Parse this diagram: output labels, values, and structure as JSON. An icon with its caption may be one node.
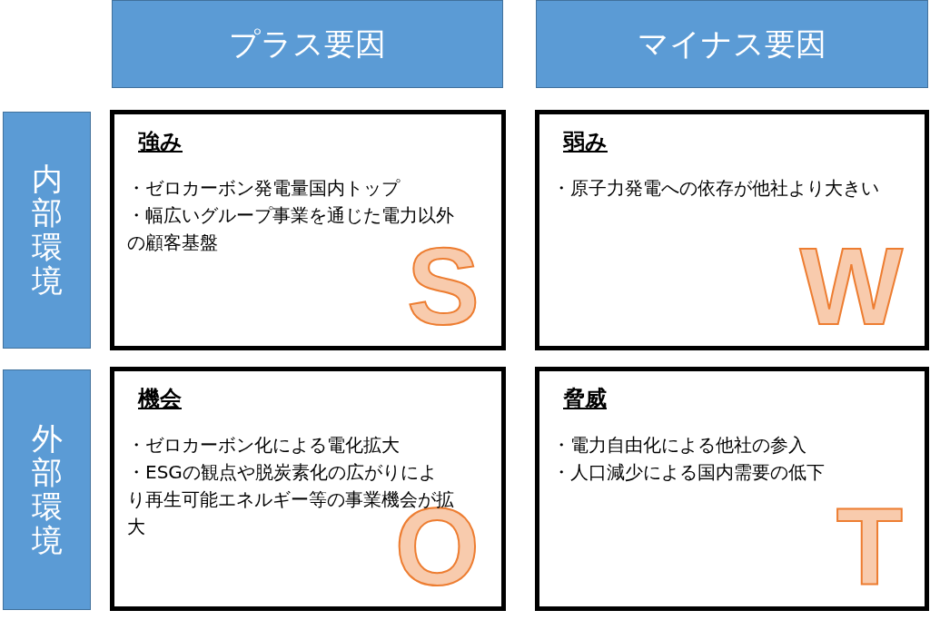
{
  "diagram": {
    "nodes": [
      {
        "text": [
          "プラス要因"
        ]
      },
      {
        "text": [
          "マイナス要因"
        ]
      },
      {
        "text": [
          "内部環境"
        ]
      },
      {
        "text": [
          "強み",
          "・ゼロカーボン発電量国内トップ",
          "・幅広いグループ事業を通じた電力以外の顧客基盤",
          "S"
        ]
      },
      {
        "text": [
          "弱み",
          "・原子力発電への依存が他社より大きい",
          "W"
        ]
      },
      {
        "text": [
          "外部環境"
        ]
      },
      {
        "text": [
          "機会",
          "・ゼロカーボン化による電化拡大",
          "・ESGの観点や脱炭素化の広がりにより再生可能エネルギー等の事業機会が拡大",
          "O"
        ]
      },
      {
        "text": [
          "脅威",
          "・電力自由化による他社の参入",
          "・人口減少による国内需要の低下",
          "T"
        ]
      }
    ]
  }
}
